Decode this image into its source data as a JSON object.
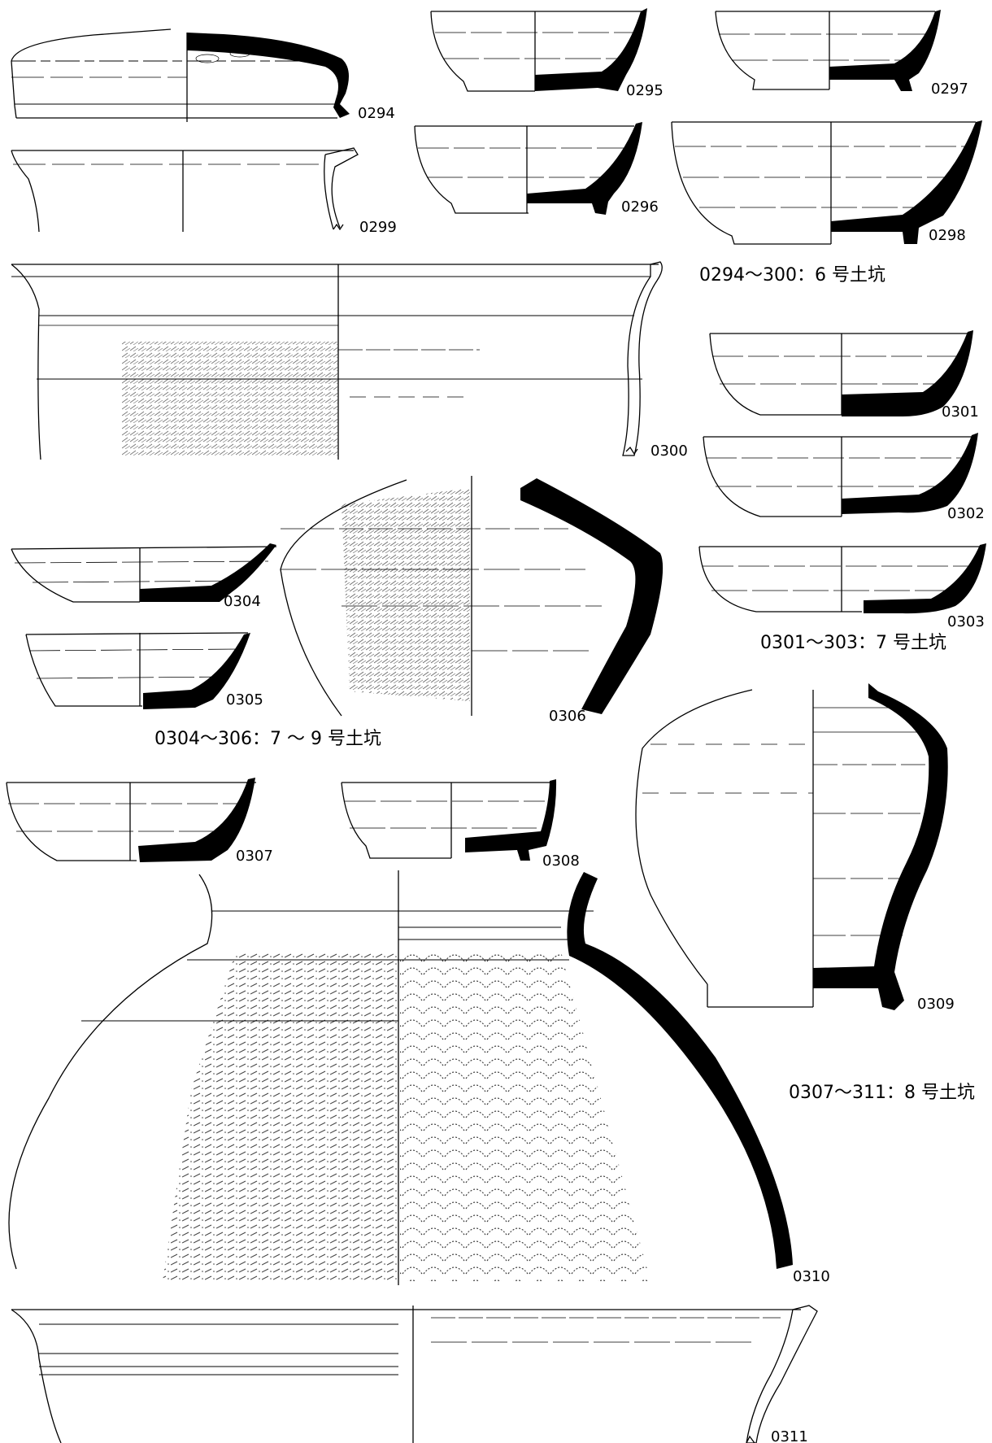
{
  "figures": [
    {
      "id": "0294",
      "label": "0294"
    },
    {
      "id": "0295",
      "label": "0295"
    },
    {
      "id": "0296",
      "label": "0296"
    },
    {
      "id": "0297",
      "label": "0297"
    },
    {
      "id": "0298",
      "label": "0298"
    },
    {
      "id": "0299",
      "label": "0299"
    },
    {
      "id": "0300",
      "label": "0300"
    },
    {
      "id": "0301",
      "label": "0301"
    },
    {
      "id": "0302",
      "label": "0302"
    },
    {
      "id": "0303",
      "label": "0303"
    },
    {
      "id": "0304",
      "label": "0304"
    },
    {
      "id": "0305",
      "label": "0305"
    },
    {
      "id": "0306",
      "label": "0306"
    },
    {
      "id": "0307",
      "label": "0307"
    },
    {
      "id": "0308",
      "label": "0308"
    },
    {
      "id": "0309",
      "label": "0309"
    },
    {
      "id": "0310",
      "label": "0310"
    },
    {
      "id": "0311",
      "label": "0311"
    }
  ],
  "captions": [
    {
      "id": "pit6",
      "text": "0294～300：6 号土坑"
    },
    {
      "id": "pit7",
      "text": "0301～303：7 号土坑"
    },
    {
      "id": "pit7to9",
      "text": "0304～306：7 ～ 9 号土坑"
    },
    {
      "id": "pit8",
      "text": "0307～311：8 号土坑"
    }
  ],
  "colors": {
    "ink": "#000000",
    "paper": "#ffffff"
  }
}
